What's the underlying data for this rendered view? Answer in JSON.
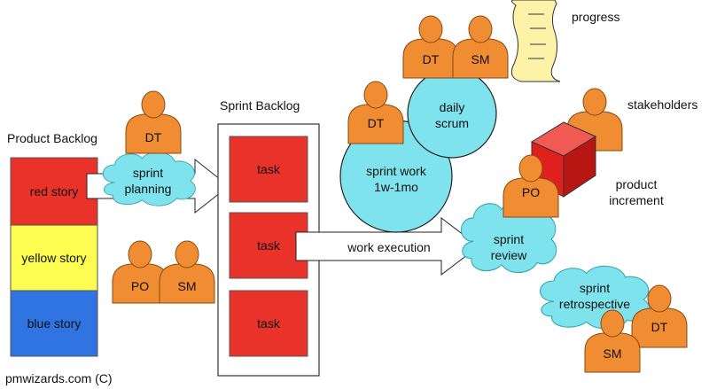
{
  "product_backlog": {
    "title": "Product Backlog",
    "stories": [
      {
        "label": "red story",
        "color": "#e8322a"
      },
      {
        "label": "yellow story",
        "color": "#fdfc50"
      },
      {
        "label": "blue story",
        "color": "#2f74e0"
      }
    ]
  },
  "sprint_backlog": {
    "title": "Sprint Backlog",
    "tasks": [
      "task",
      "task",
      "task"
    ]
  },
  "clouds": {
    "sprint_planning": "sprint planning",
    "sprint_review": "sprint review",
    "sprint_retrospective": "sprint retrospective"
  },
  "circles": {
    "sprint_work": "sprint work 1w-1mo",
    "daily_scrum": "daily scrum"
  },
  "arrows": {
    "work_execution": "work execution"
  },
  "roles": {
    "dt": "DT",
    "po": "PO",
    "sm": "SM"
  },
  "labels": {
    "progress": "progress",
    "stakeholders": "stakeholders",
    "product_increment": "product increment"
  },
  "credit": "pmwizards.com (C)",
  "colors": {
    "person": "#f08c32",
    "person_stroke": "#8a4a12",
    "cloud": "#7fe3ee",
    "circle": "#7fe3ee",
    "task": "#e8322a",
    "cube": "#e0201c",
    "scroll": "#fcf3a8"
  },
  "icons": [
    "person-icon",
    "cube-icon",
    "scroll-icon",
    "cloud-shape",
    "arrow-icon"
  ]
}
